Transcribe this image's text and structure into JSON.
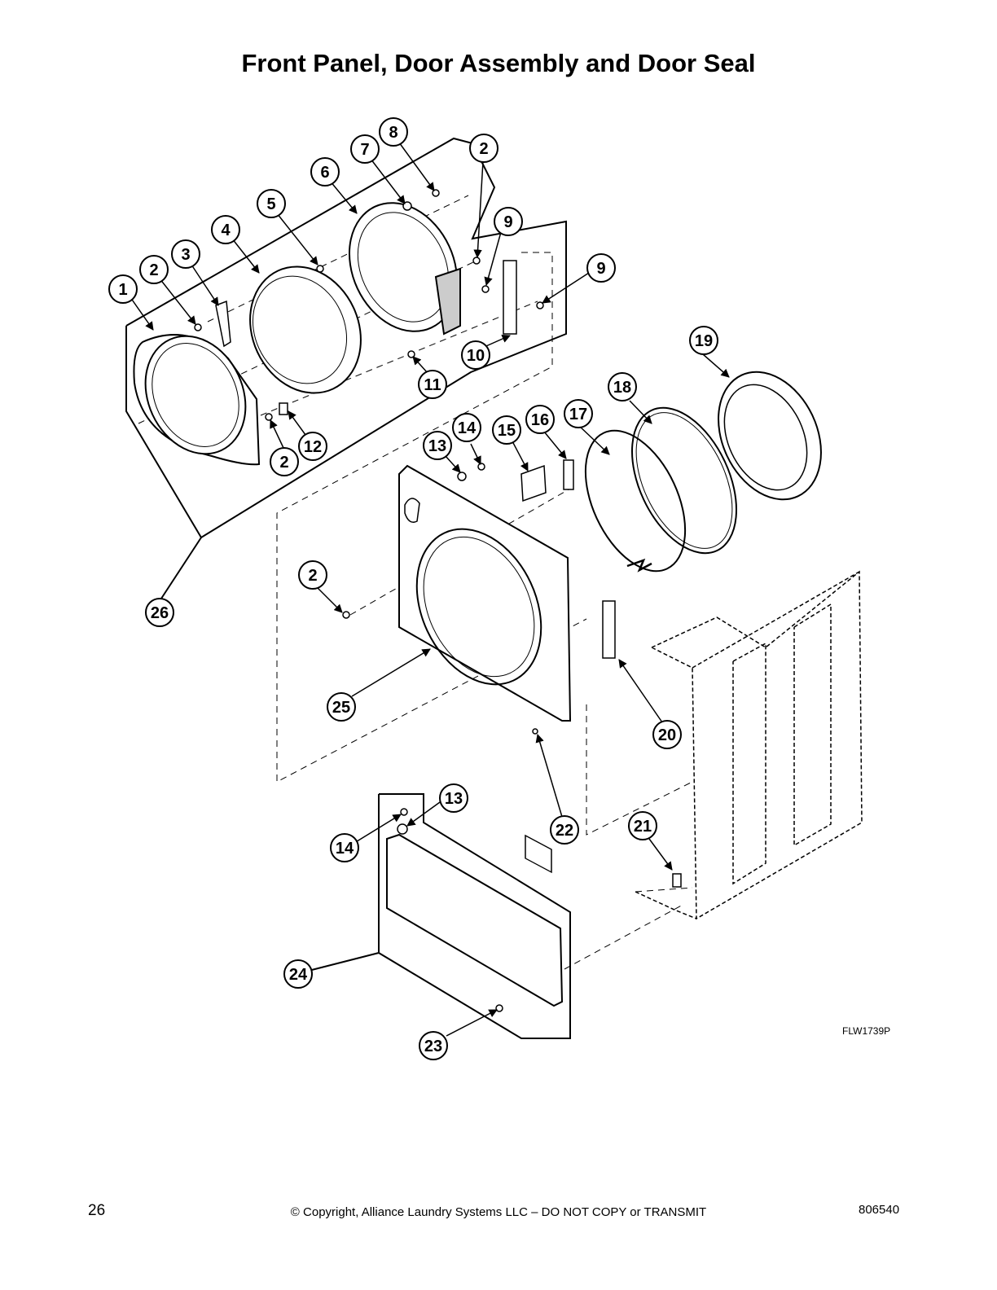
{
  "page": {
    "title": "Front Panel, Door Assembly and Door Seal",
    "figure_code": "FLW1739P",
    "page_number": "26",
    "copyright": "© Copyright, Alliance Laundry Systems LLC – DO NOT COPY or TRANSMIT",
    "doc_number": "806540"
  },
  "callouts": [
    "1",
    "2",
    "3",
    "4",
    "5",
    "6",
    "7",
    "8",
    "2",
    "9",
    "9",
    "10",
    "11",
    "2",
    "12",
    "13",
    "14",
    "15",
    "16",
    "17",
    "18",
    "19",
    "2",
    "25",
    "20",
    "26",
    "22",
    "21",
    "13",
    "14",
    "24",
    "23"
  ]
}
